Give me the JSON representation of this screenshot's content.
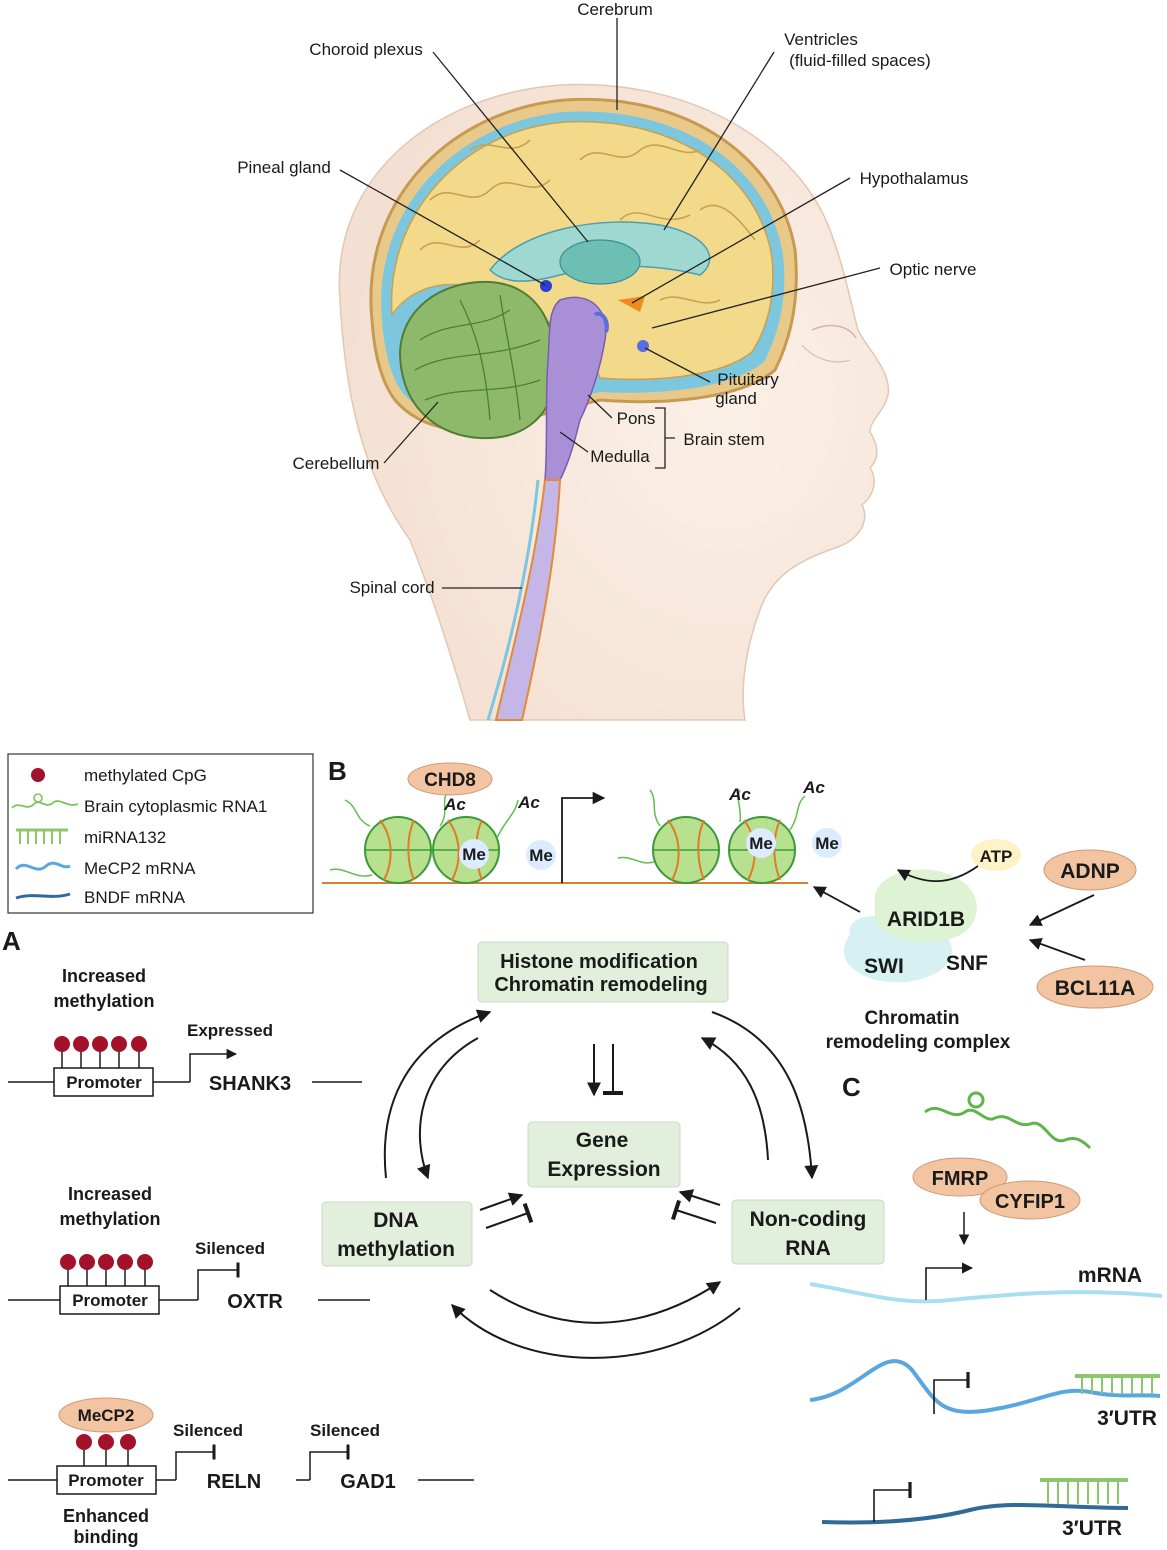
{
  "anatomy": {
    "labels": {
      "cerebrum": "Cerebrum",
      "choroid_plexus": "Choroid plexus",
      "ventricles_1": "Ventricles",
      "ventricles_2": "(fluid-filled spaces)",
      "pineal": "Pineal gland",
      "hypothalamus": "Hypothalamus",
      "optic_nerve": "Optic nerve",
      "pituitary_1": "Pituitary",
      "pituitary_2": "gland",
      "pons": "Pons",
      "medulla": "Medulla",
      "brain_stem": "Brain stem",
      "cerebellum": "Cerebellum",
      "spinal_cord": "Spinal cord"
    }
  },
  "legend": {
    "items": [
      {
        "label": "methylated CpG",
        "icon": "methylated-cpg-icon"
      },
      {
        "label": "Brain cytoplasmic RNA1",
        "icon": "bc1-rna-icon"
      },
      {
        "label": "miRNA132",
        "icon": "mirna132-icon"
      },
      {
        "label": "MeCP2 mRNA",
        "icon": "mecp2-mrna-icon"
      },
      {
        "label": "BNDF mRNA",
        "icon": "bndf-mrna-icon"
      }
    ]
  },
  "panel_letters": {
    "a": "A",
    "b": "B",
    "c": "C"
  },
  "panel_a": {
    "row1": {
      "top_1": "Increased",
      "top_2": "methylation",
      "state": "Expressed",
      "promoter": "Promoter",
      "gene": "SHANK3"
    },
    "row2": {
      "top_1": "Increased",
      "top_2": "methylation",
      "state": "Silenced",
      "promoter": "Promoter",
      "gene": "OXTR"
    },
    "row3": {
      "protein": "MeCP2",
      "state_1": "Silenced",
      "state_2": "Silenced",
      "promoter": "Promoter",
      "gene_1": "RELN",
      "gene_2": "GAD1",
      "bottom_1": "Enhanced",
      "bottom_2": "binding"
    }
  },
  "cycle": {
    "histone_1": "Histone modification",
    "histone_2": "Chromatin remodeling",
    "gene_1": "Gene",
    "gene_2": "Expression",
    "dna_1": "DNA",
    "dna_2": "methylation",
    "ncrna_1": "Non-coding",
    "ncrna_2": "RNA"
  },
  "panel_b": {
    "chd8": "CHD8",
    "ac": "Ac",
    "me": "Me",
    "atp": "ATP",
    "adnp": "ADNP",
    "bcl11a": "BCL11A",
    "arid1b": "ARID1B",
    "swi": "SWI",
    "snf": "SNF",
    "complex_1": "Chromatin",
    "complex_2": "remodeling complex"
  },
  "panel_c": {
    "fmrp": "FMRP",
    "cyfip1": "CYFIP1",
    "mrna": "mRNA",
    "utr": "3′UTR"
  },
  "colors": {
    "cerebrum": "#f3d98a",
    "cerebellum": "#8fb96a",
    "brainstem": "#a98fd6",
    "csf": "#7cc6de",
    "box_fill": "#e3efdd",
    "protein": "#f2c4a2",
    "cpg": "#a3122a",
    "nucleosome": "#b7e08f",
    "mrna_light": "#a9def2",
    "mrna_mid": "#5aa6de",
    "mrna_dark": "#2f6a99",
    "mirna": "#8cc66d"
  }
}
